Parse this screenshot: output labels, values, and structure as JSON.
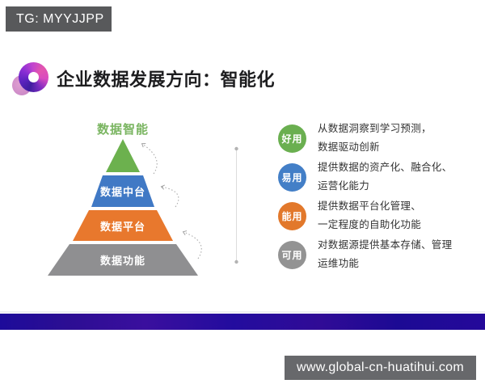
{
  "tg_badge": {
    "label": "TG: MYYJJPP"
  },
  "header": {
    "title": "企业数据发展方向：智能化"
  },
  "pyramid": {
    "top_label": "数据智能",
    "levels": [
      {
        "label": "",
        "color": "#6cb14e"
      },
      {
        "label": "数据中台",
        "color": "#4079c5"
      },
      {
        "label": "数据平台",
        "color": "#e8782d"
      },
      {
        "label": "数据功能",
        "color": "#8f8f91"
      }
    ]
  },
  "features": [
    {
      "badge": "好用",
      "color": "#6aaf50",
      "line1": "从数据洞察到学习预测，",
      "line2": "数据驱动创新"
    },
    {
      "badge": "易用",
      "color": "#437fc7",
      "line1": "提供数据的资产化、融合化、",
      "line2": "运营化能力"
    },
    {
      "badge": "能用",
      "color": "#e2782b",
      "line1": "提供数据平台化管理、",
      "line2": "一定程度的自助化功能"
    },
    {
      "badge": "可用",
      "color": "#939393",
      "line1": "对数据源提供基本存储、管理",
      "line2": "运维功能"
    }
  ],
  "footer": {
    "url": "www.global-cn-huatihui.com"
  },
  "colors": {
    "tg_badge_bg": "#58595b",
    "url_badge_bg": "#67686b",
    "pyramid_top_label": "#7ab561",
    "bottom_bar_blue": "#1e0b9b",
    "divider_line": "#d9d9d9",
    "arrow": "#a9a9a9",
    "title_text": "#1d1d1f",
    "body_text": "#333333"
  }
}
